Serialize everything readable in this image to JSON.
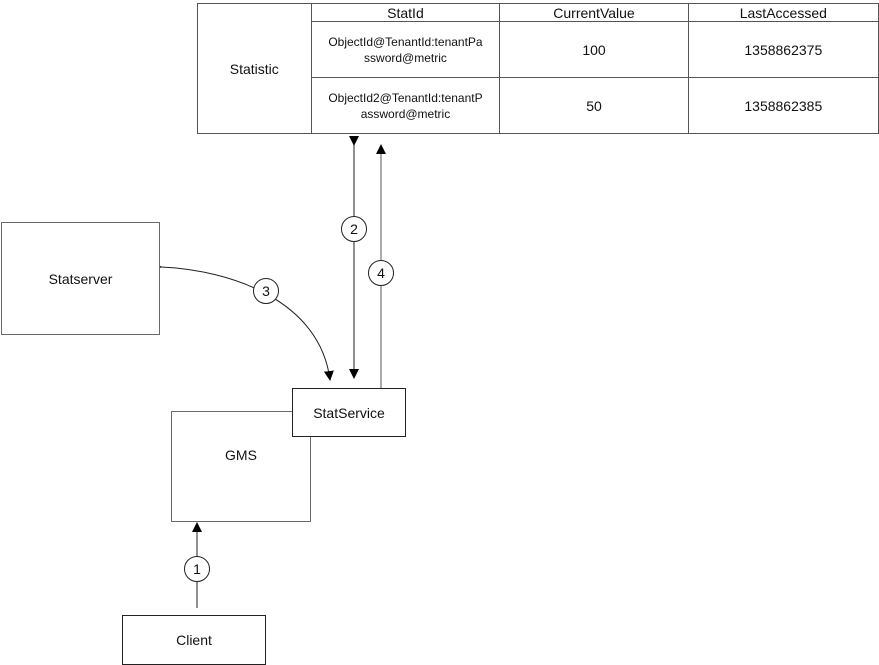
{
  "table": {
    "row_header": "Statistic",
    "columns": [
      "StatId",
      "CurrentValue",
      "LastAccessed"
    ],
    "rows": [
      {
        "stat_id_line1": "ObjectId@TenantId:tenantPa",
        "stat_id_line2": "ssword@metric",
        "current_value": "100",
        "last_accessed": "1358862375"
      },
      {
        "stat_id_line1": "ObjectId2@TenantId:tenantP",
        "stat_id_line2": "assword@metric",
        "current_value": "50",
        "last_accessed": "1358862385"
      }
    ]
  },
  "nodes": {
    "statserver": "Statserver",
    "statservice": "StatService",
    "gms": "GMS",
    "client": "Client"
  },
  "steps": [
    "1",
    "2",
    "3",
    "4"
  ]
}
